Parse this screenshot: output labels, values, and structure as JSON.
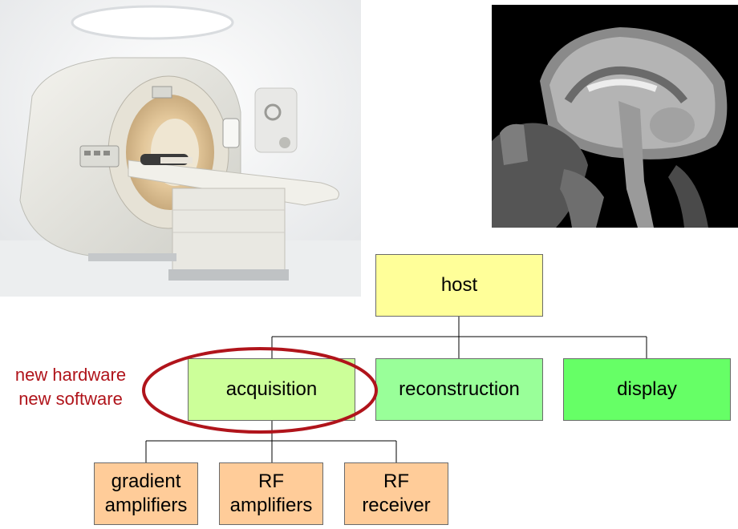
{
  "diagram": {
    "host": {
      "label": "host",
      "color": "#ffff99"
    },
    "acquisition": {
      "label": "acquisition",
      "color": "#ccff99"
    },
    "reconstruction": {
      "label": "reconstruction",
      "color": "#99ff99"
    },
    "display": {
      "label": "display",
      "color": "#66ff66"
    },
    "gradient_amplifiers": {
      "line1": "gradient",
      "line2": "amplifiers",
      "color": "#ffcc99"
    },
    "rf_amplifiers": {
      "line1": "RF",
      "line2": "amplifiers",
      "color": "#ffcc99"
    },
    "rf_receiver": {
      "line1": "RF",
      "line2": "receiver",
      "color": "#ffcc99"
    }
  },
  "annotation": {
    "line1": "new hardware",
    "line2": "new software",
    "color": "#b0141b"
  },
  "images": {
    "scanner_photo": "mri-scanner-photo",
    "brain_scan": "sagittal-brain-mri"
  }
}
